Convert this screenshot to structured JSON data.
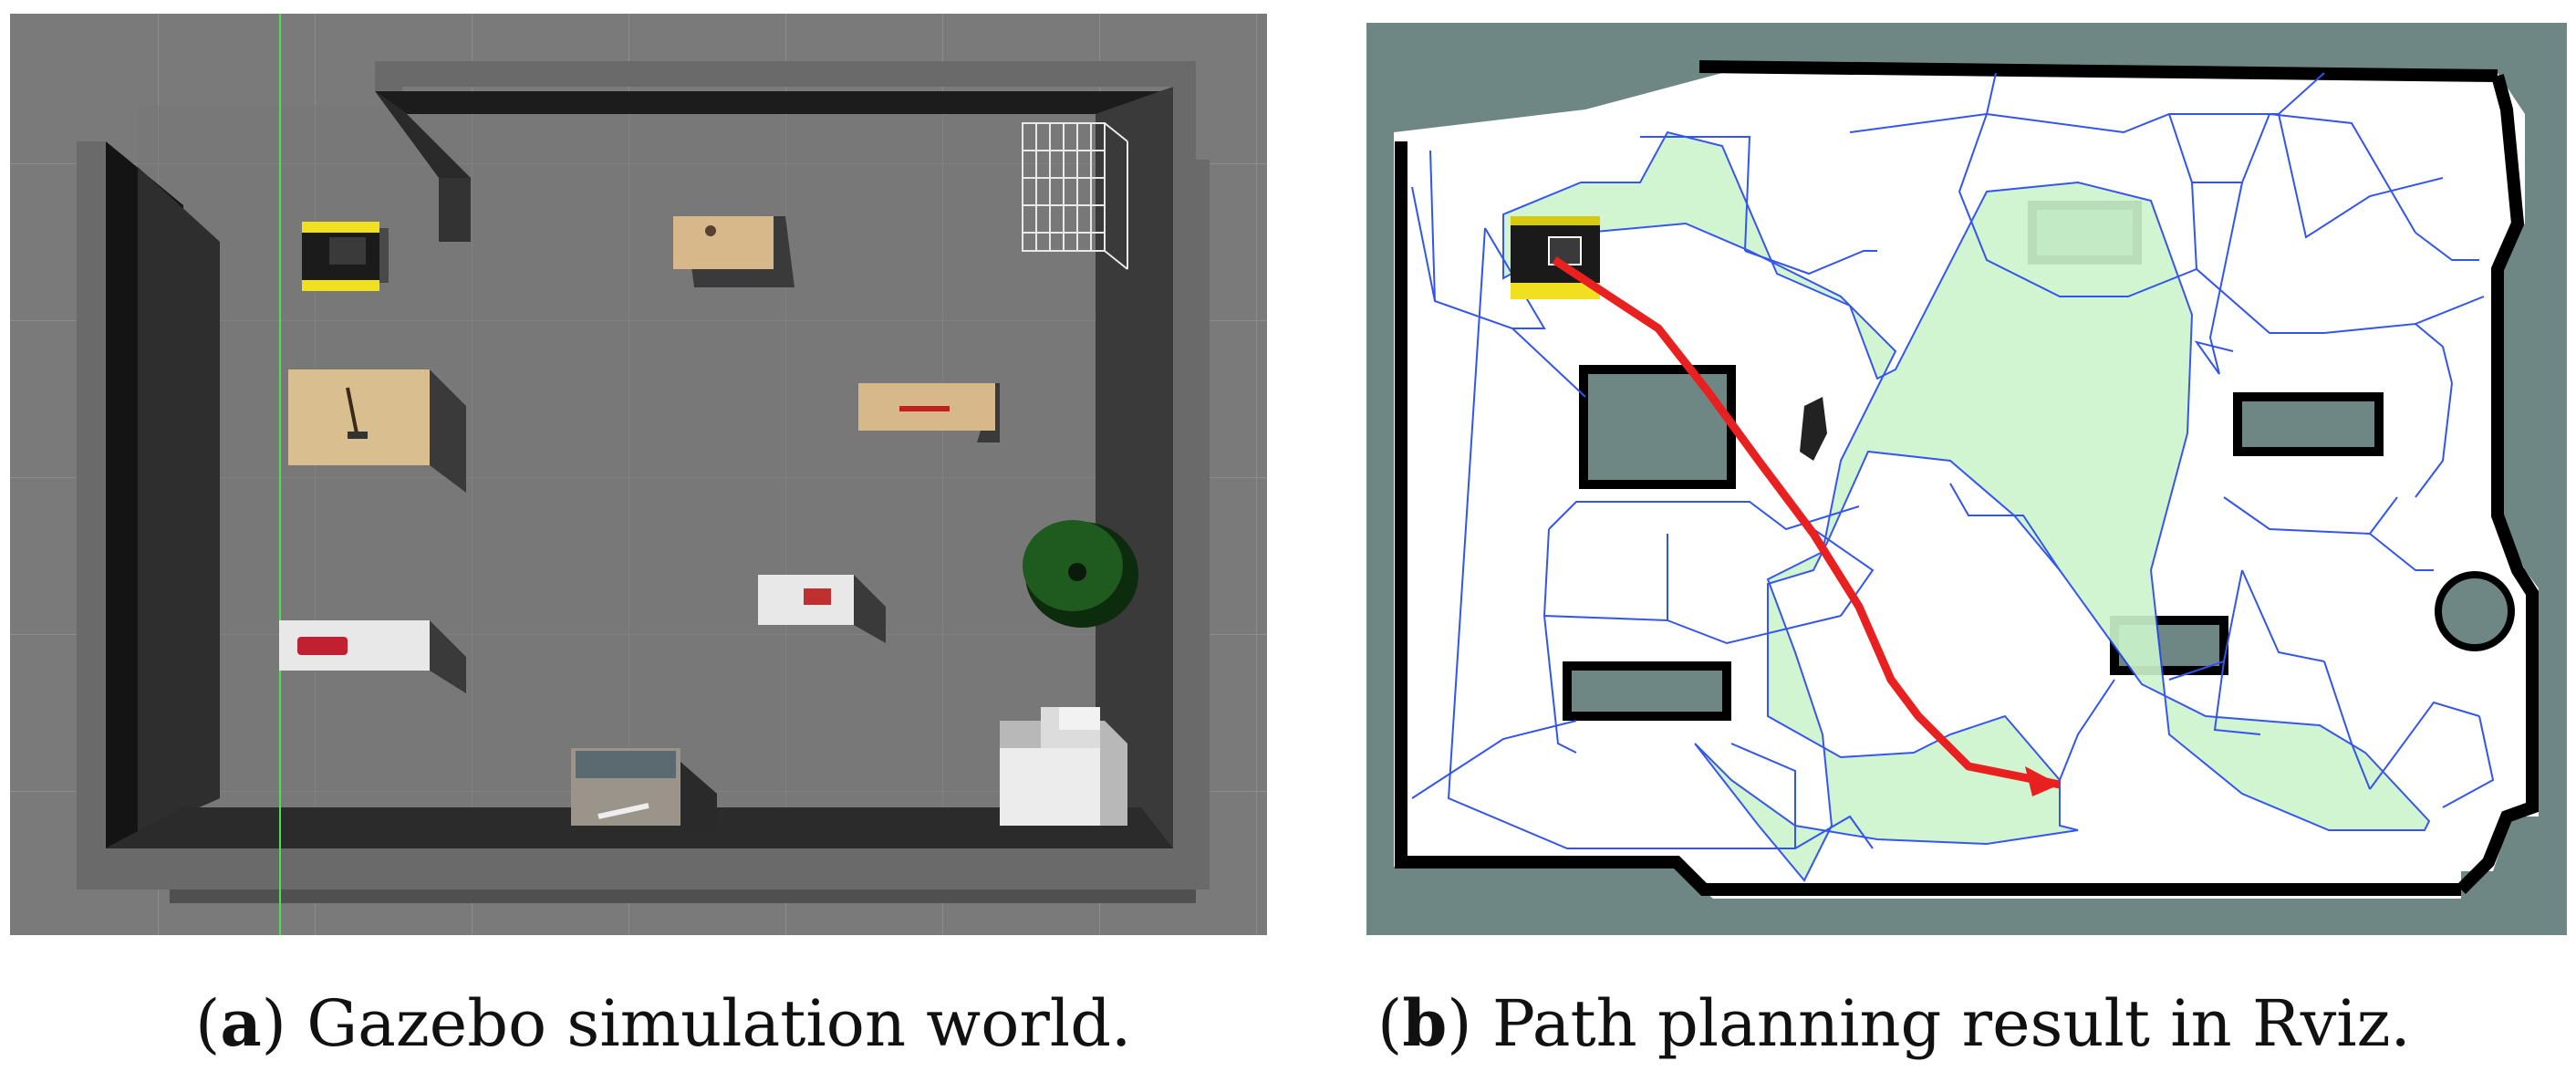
{
  "figure": {
    "panel_a": {
      "caption_label": "a",
      "caption_text": "Gazebo simulation world."
    },
    "panel_b": {
      "caption_label": "b",
      "caption_text": "Path planning result in Rviz."
    }
  },
  "colors": {
    "gazebo_floor": "#7a7a7a",
    "gazebo_wall": "#4a4a4a",
    "robot_yellow": "#f0e020",
    "map_free_space": "#ffffff",
    "map_unknown": "#6f8784",
    "map_obstacle": "#000000",
    "voronoi_edges": "#3355ee",
    "planned_region": "#ccf5cc",
    "path": "#e82020"
  }
}
